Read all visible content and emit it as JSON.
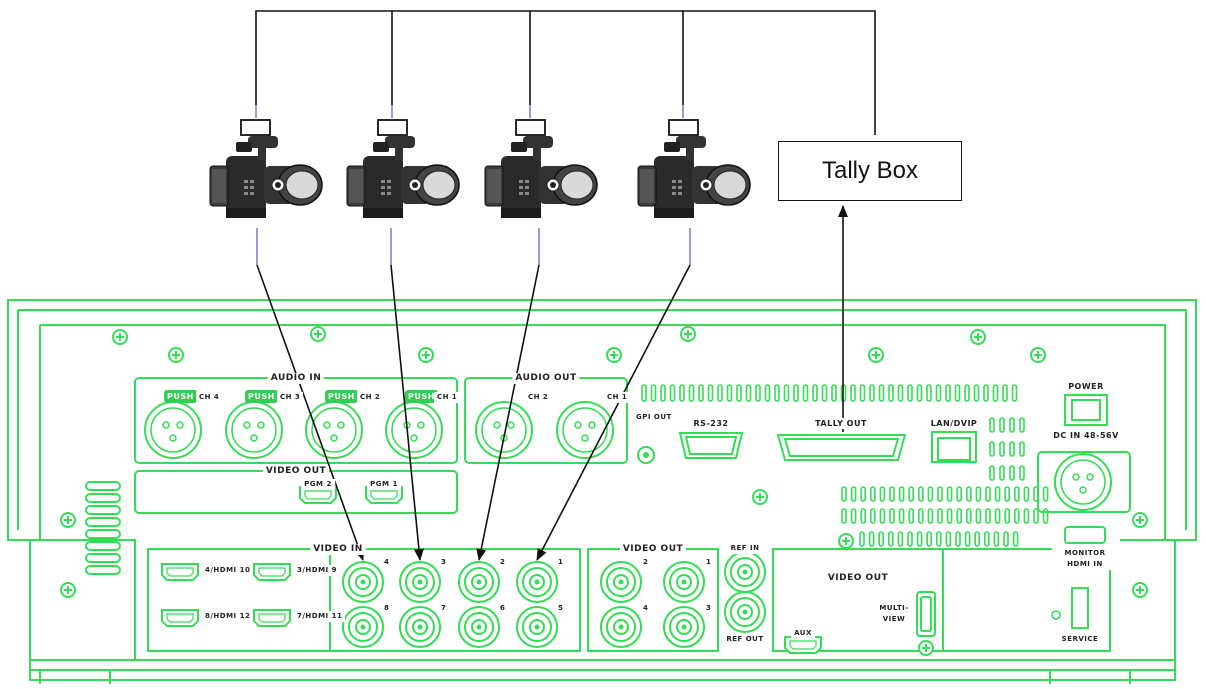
{
  "tally_box": {
    "label": "Tally Box"
  },
  "panel": {
    "audio_in": {
      "title": "AUDIO IN",
      "push_label": "PUSH",
      "channels": [
        "CH 4",
        "CH 3",
        "CH 2",
        "CH 1"
      ]
    },
    "audio_out": {
      "title": "AUDIO OUT",
      "channels": [
        "CH 2",
        "CH 1"
      ]
    },
    "gpi_out": "GPI OUT",
    "rs232": "RS-232",
    "tally_out": "TALLY OUT",
    "lan_dvip": "LAN/DVIP",
    "power": "POWER",
    "dc_in": "DC IN 48-56V",
    "video_out_pgm": {
      "title": "VIDEO OUT",
      "ports": [
        "PGM 2",
        "PGM 1"
      ]
    },
    "video_in": {
      "title": "VIDEO IN",
      "hdmi_ports": [
        "4/HDMI 10",
        "3/HDMI 9",
        "8/HDMI 12",
        "7/HDMI 11"
      ],
      "bnc_top": [
        "4",
        "3",
        "2",
        "1"
      ],
      "bnc_bottom": [
        "8",
        "7",
        "6",
        "5"
      ]
    },
    "video_out_sdi": {
      "title": "VIDEO OUT",
      "bnc_top": [
        "2",
        "1"
      ],
      "bnc_bottom": [
        "4",
        "3"
      ]
    },
    "ref_in": "REF IN",
    "ref_out": "REF OUT",
    "video_out_aux": {
      "title": "VIDEO OUT",
      "aux": "AUX",
      "multiview": "MULTI- VIEW"
    },
    "monitor_hdmi_in": "MONITOR HDMI IN",
    "service": "SERVICE"
  },
  "colors": {
    "panel_outline": "#33dd55",
    "wire": "#111111",
    "camera_dark": "#2a2a2a",
    "cable_accent": "#9a9ad8"
  },
  "icons": [
    "camera-icon",
    "xlr-connector-icon",
    "bnc-connector-icon",
    "hdmi-port-icon",
    "db25-connector-icon",
    "db9-connector-icon",
    "rj45-port-icon",
    "usb-port-icon",
    "screw-icon",
    "arrow-icon"
  ]
}
